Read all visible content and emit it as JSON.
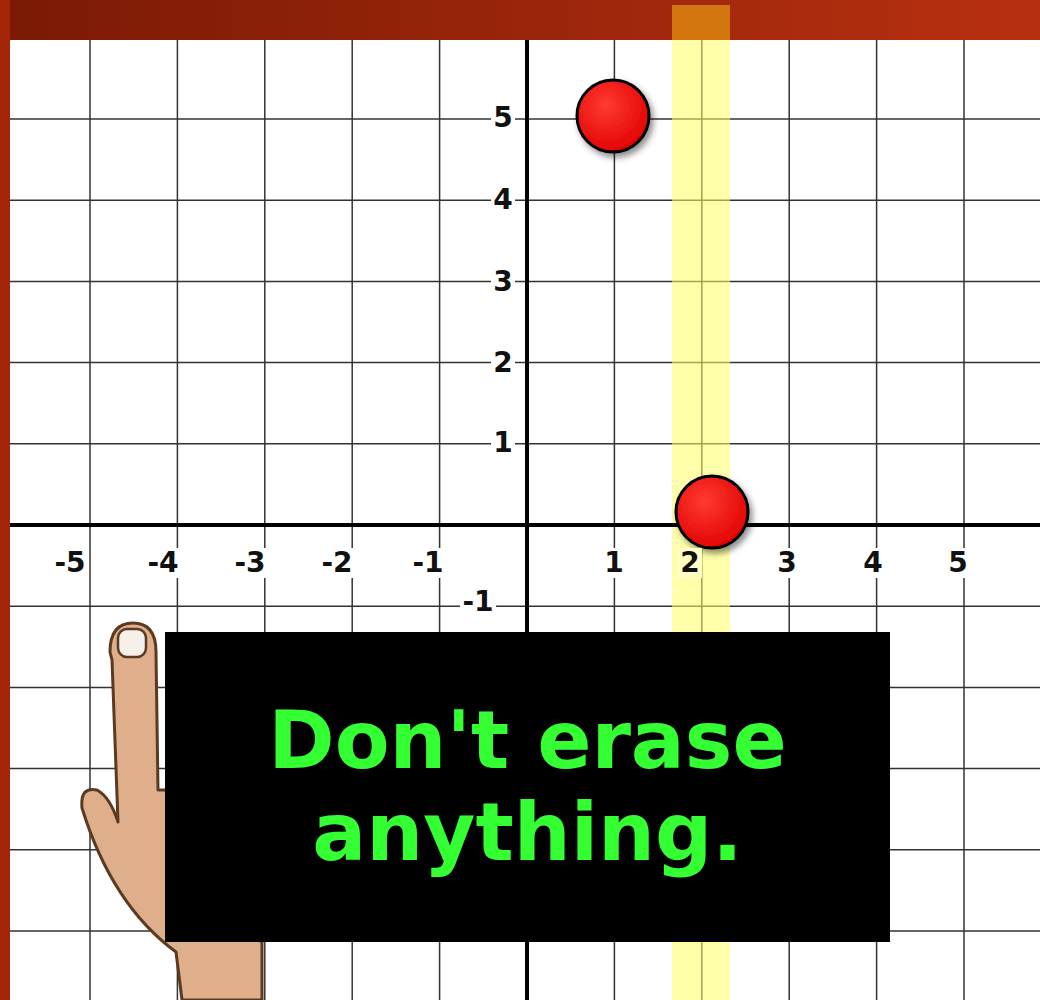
{
  "diagram": {
    "nodes": [
      {
        "text": [
          "Don't erase anything."
        ]
      }
    ],
    "labels": [
      "5",
      "4",
      "3",
      "2",
      "1",
      "-5",
      "-4",
      "-3",
      "-2",
      "-1",
      "1",
      "2",
      "3",
      "4",
      "5",
      "-1"
    ]
  }
}
